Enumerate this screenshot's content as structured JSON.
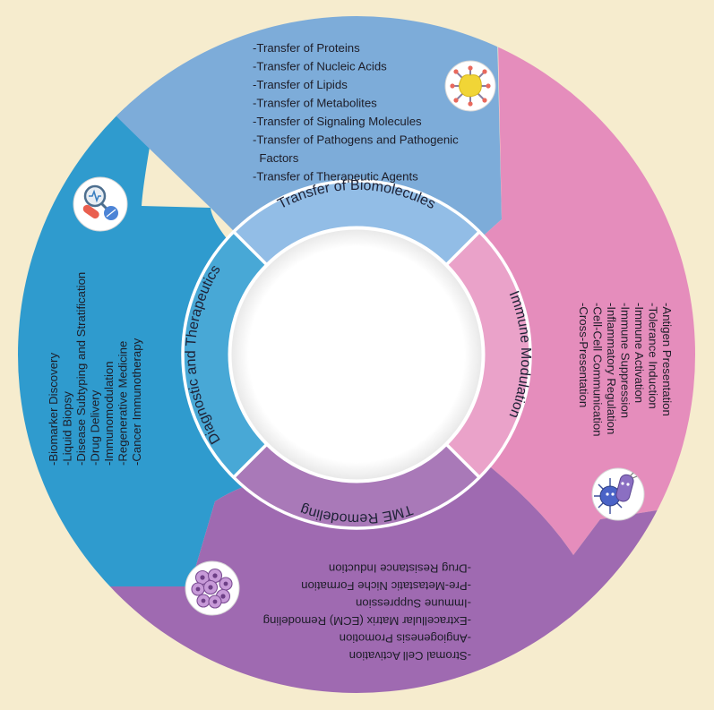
{
  "colors": {
    "background": "#f6ecce",
    "transfer": "#7dacd9",
    "transfer_ring": "#92bde6",
    "immune": "#e58dbc",
    "immune_ring": "#eaa2c9",
    "tme": "#9f6ab1",
    "tme_ring": "#a979b8",
    "diagnostic": "#2f9bce",
    "diagnostic_ring": "#48a8d6",
    "divider": "#ffffff",
    "text": "#1d1d28"
  },
  "sections": {
    "transfer": {
      "label": "Transfer of Biomolecules",
      "icon": "exosome-icon",
      "items": [
        "-Transfer of Proteins",
        "-Transfer of Nucleic Acids",
        "-Transfer of Lipids",
        "-Transfer of Metabolites",
        "-Transfer of Signaling Molecules",
        "-Transfer of Pathogens and Pathogenic",
        "  Factors",
        "-Transfer of Therapeutic Agents"
      ]
    },
    "immune": {
      "label": "Immune Modulation",
      "icon": "immune-cells-icon",
      "items": [
        "-Antigen Presentation",
        "-Tolerance Induction",
        "-Immune Activation",
        "-Immune Suppression",
        "-Inflammatory Regulation",
        "-Cell-Cell Communication",
        "-Cross-Presentation"
      ]
    },
    "tme": {
      "label": "TME Remodeling",
      "icon": "tumor-cells-icon",
      "items": [
        "-Stromal Cell Activation",
        "-Angiogenesis Promotion",
        "-Extracellular Matrix (ECM) Remodeling",
        "-Immune Suppression",
        "-Pre-Metastatic Niche Formation",
        "-Drug Resistance Induction"
      ]
    },
    "diagnostic": {
      "label": "Diagnostic and Therapeutics",
      "icon": "diagnostics-pills-icon",
      "items": [
        "-Biomarker Discovery",
        "-Liquid Biopsy",
        "-Disease Subtyping and Stratification",
        "-Drug Delivery",
        "-Immunomodulation",
        "-Regenerative Medicine",
        "-Cancer Immunotherapy"
      ]
    }
  }
}
